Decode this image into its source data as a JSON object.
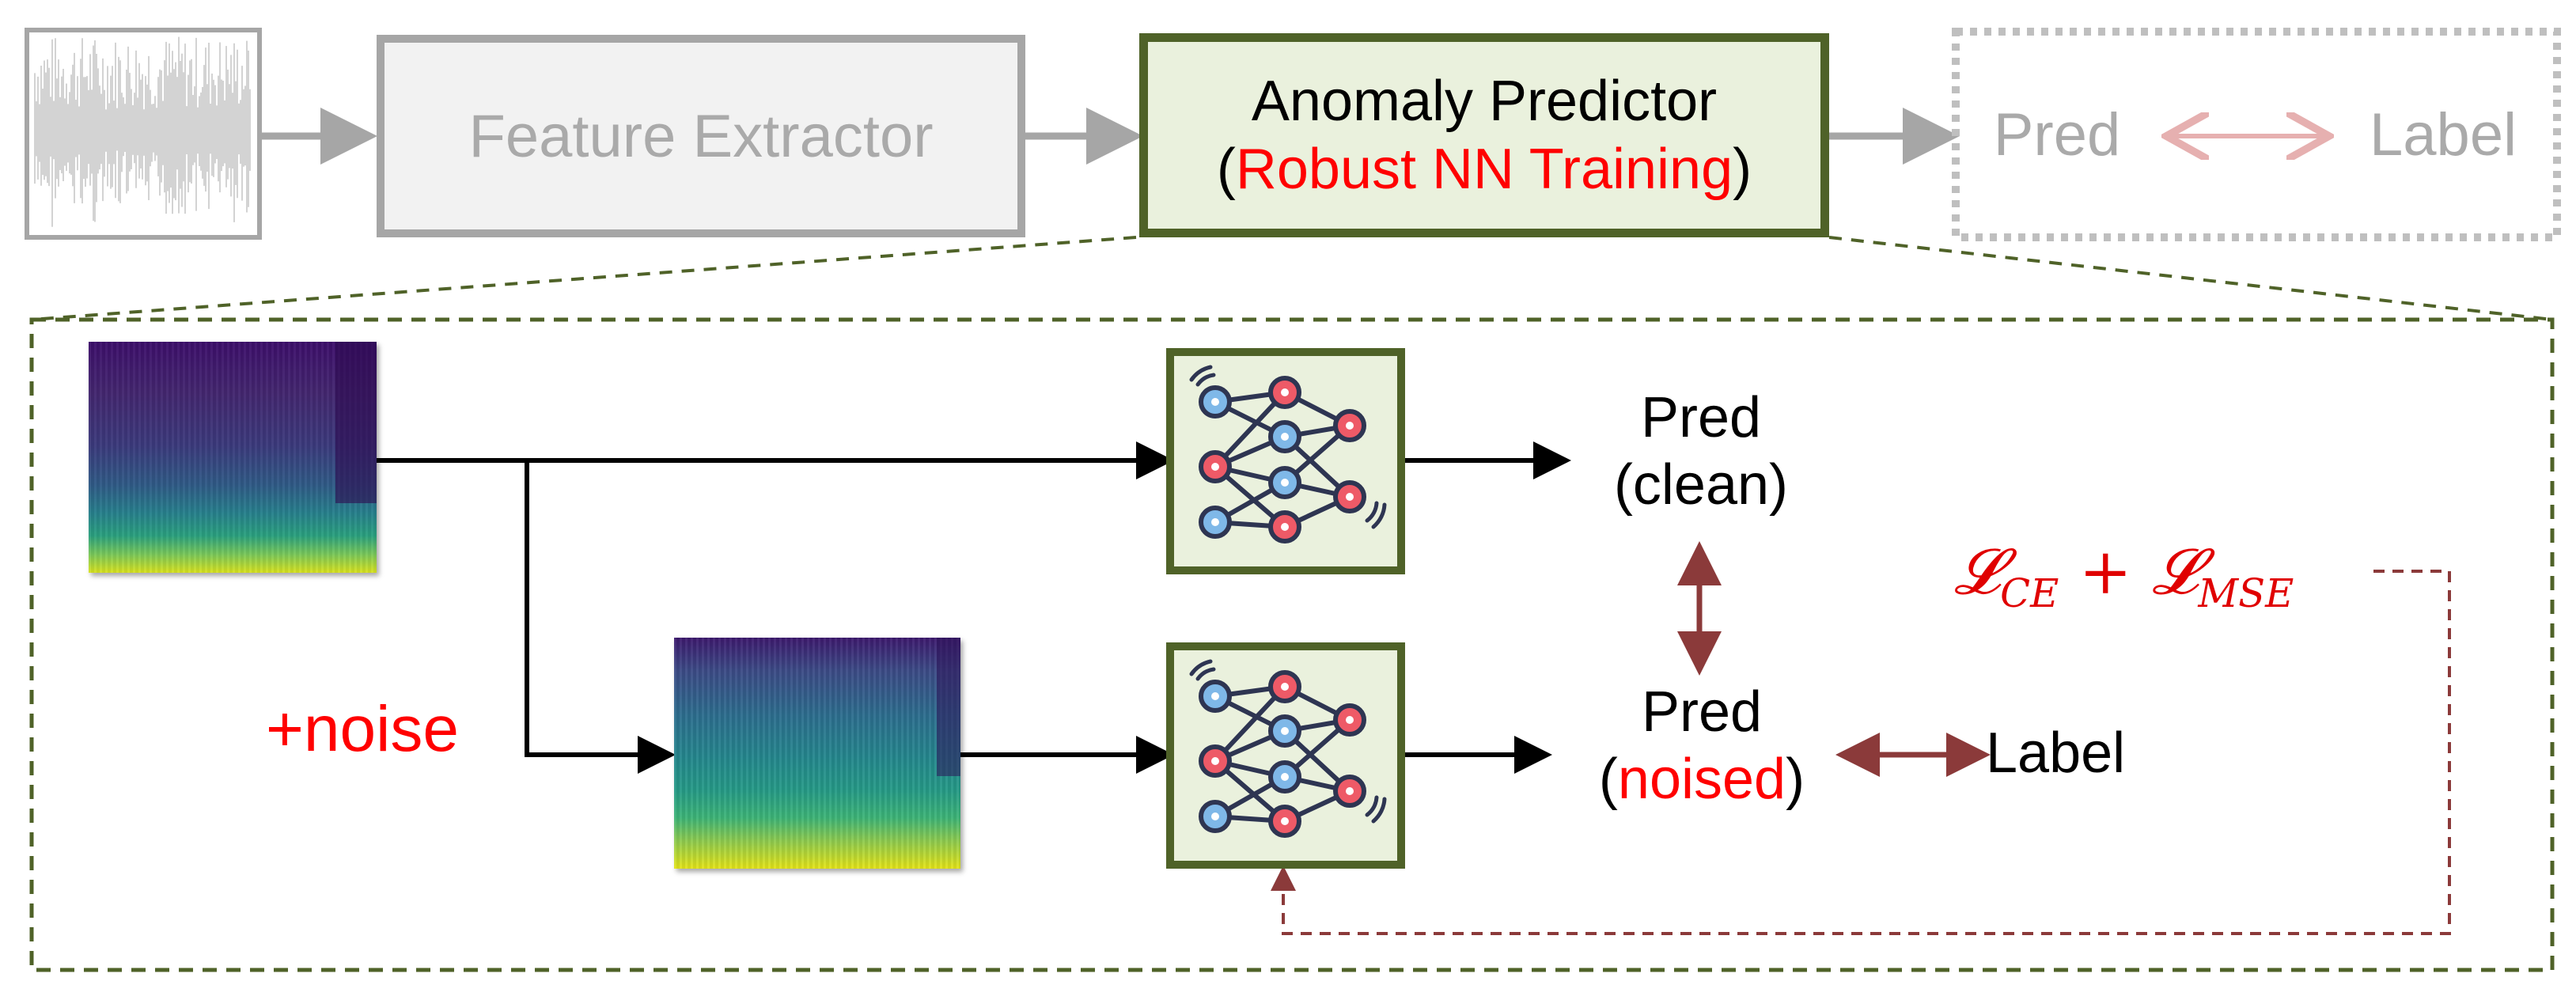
{
  "pipeline": {
    "feature_extractor": "Feature Extractor",
    "anomaly_predictor_title": "Anomaly Predictor",
    "open_paren": "(",
    "robust_training": "Robust NN Training",
    "close_paren": ")",
    "pred": "Pred",
    "label": "Label"
  },
  "detail": {
    "pred_clean_line1": "Pred",
    "pred_clean_line2": "(clean)",
    "pred_noised_line1": "Pred",
    "pred_noised_open": "(",
    "pred_noised_word": "noised",
    "pred_noised_close": ")",
    "label": "Label",
    "noise": "+noise",
    "loss_formula": "𝓛_CE + 𝓛_MSE"
  },
  "colors": {
    "accent_red": "#ff0000",
    "predictor_border": "#4f6228",
    "predictor_fill": "#eaf1dd",
    "faded_gray": "#aaaaaa",
    "loss_arrow": "#8b3a3a"
  }
}
